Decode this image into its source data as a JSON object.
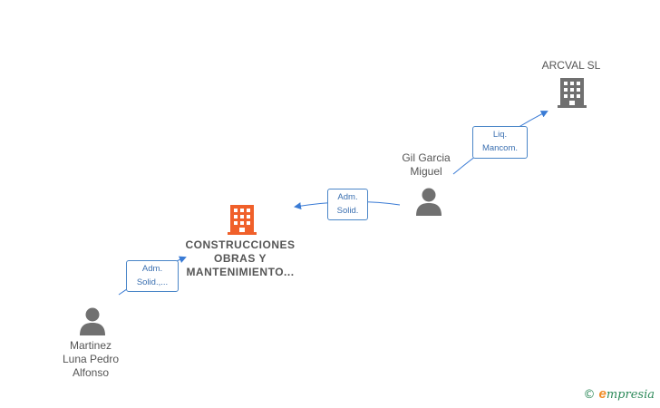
{
  "nodes": {
    "arcval": {
      "label": "ARCVAL SL",
      "type": "company",
      "color": "#707070"
    },
    "gil": {
      "label": "Gil Garcia\nMiguel",
      "type": "person",
      "color": "#707070"
    },
    "construcciones": {
      "label": "CONSTRUCCIONES\nOBRAS Y\nMANTENIMIENTO...",
      "type": "company",
      "color": "#f0602a"
    },
    "martinez": {
      "label": "Martinez\nLuna Pedro\nAlfonso",
      "type": "person",
      "color": "#707070"
    }
  },
  "edges": [
    {
      "from": "gil",
      "to": "arcval",
      "label": "Liq.\nMancom."
    },
    {
      "from": "gil",
      "to": "construcciones",
      "label": "Adm.\nSolid."
    },
    {
      "from": "martinez",
      "to": "construcciones",
      "label": "Adm.\nSolid.,..."
    }
  ],
  "colors": {
    "edge": "#3a7bd5"
  },
  "icons": {
    "company": "building-icon",
    "person": "person-icon"
  },
  "brand": {
    "copyright": "©",
    "first": "e",
    "rest": "mpresia"
  }
}
